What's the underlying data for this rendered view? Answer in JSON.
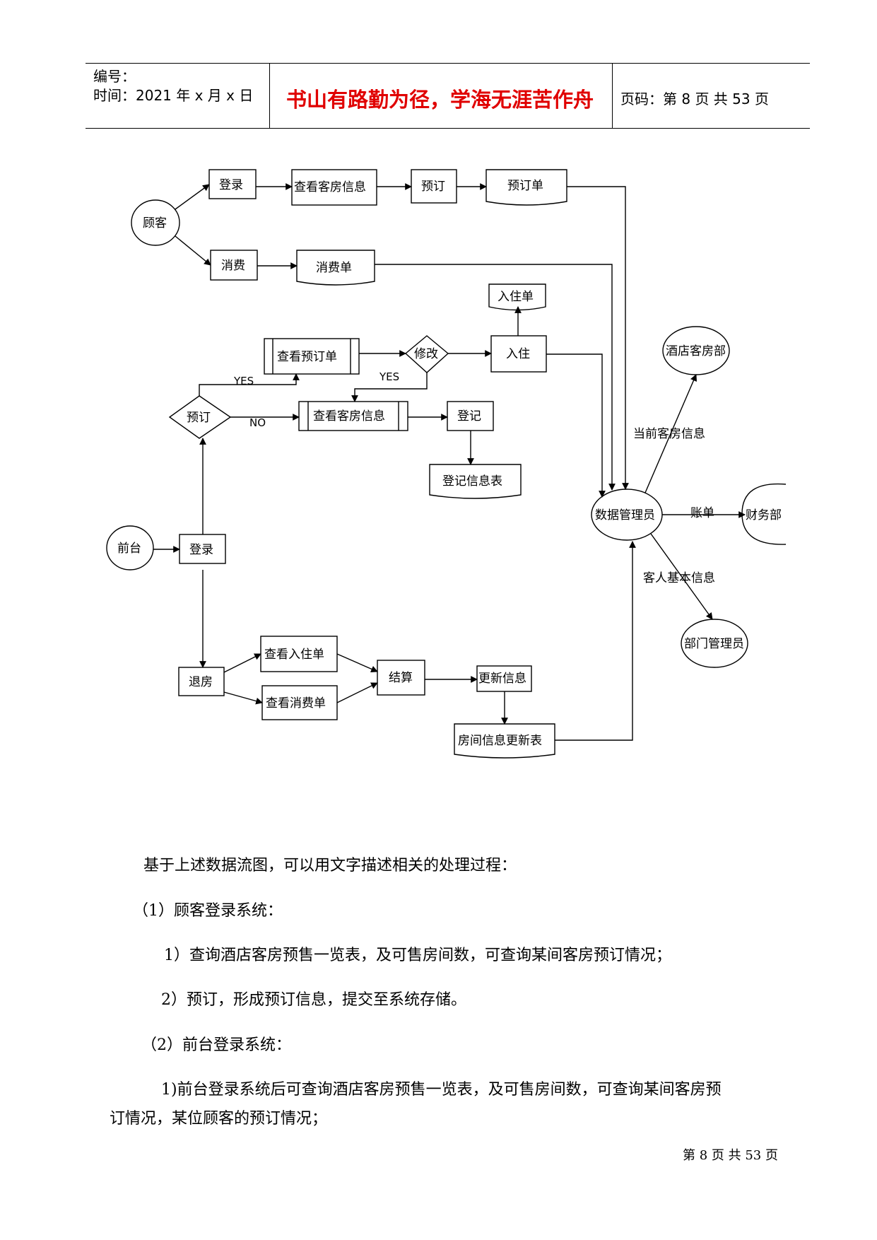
{
  "header": {
    "number_label": "编号：",
    "time_label": "时间：2021 年 x 月 x 日",
    "motto": "书山有路勤为径，学海无涯苦作舟",
    "page_label": "页码：第 8 页  共 53 页"
  },
  "diagram": {
    "customer": "顾客",
    "login_top": "登录",
    "view_rooms_top": "查看客房信息",
    "reserve_top": "预订",
    "reserve_form": "预订单",
    "consume": "消费",
    "consume_form": "消费单",
    "checkin_form": "入住单",
    "view_reservation": "查看预订单",
    "modify": "修改",
    "checkin": "入住",
    "yes_modify": "YES",
    "yes_reserve": "YES",
    "no_reserve": "NO",
    "reserve_decision": "预订",
    "view_rooms_mid": "查看客房信息",
    "register": "登记",
    "register_table": "登记信息表",
    "front_desk": "前台",
    "login_bottom": "登录",
    "checkout": "退房",
    "view_checkin_form": "查看入住单",
    "view_consume_form": "查看消费单",
    "settle": "结算",
    "update_info": "更新信息",
    "room_update_table": "房间信息更新表",
    "data_manager": "数据管理员",
    "hotel_rooms_dept": "酒店客房部",
    "current_room_info": "当前客房信息",
    "bill": "账单",
    "finance_dept": "财务部",
    "guest_basic_info": "客人基本信息",
    "dept_manager": "部门管理员"
  },
  "body": {
    "p1": "基于上述数据流图，可以用文字描述相关的处理过程：",
    "p2": "（1）顾客登录系统：",
    "p3": "1）查询酒店客房预售一览表，及可售房间数，可查询某间客房预订情况；",
    "p4": "2）预订，形成预订信息，提交至系统存储。",
    "p5": "（2）前台登录系统：",
    "p6a": "1)前台登录系统后可查询酒店客房预售一览表，及可售房间数，可查询某间客房预",
    "p6b": "订情况，某位顾客的预订情况；"
  },
  "footer": {
    "page": "第 8 页 共 53 页"
  }
}
